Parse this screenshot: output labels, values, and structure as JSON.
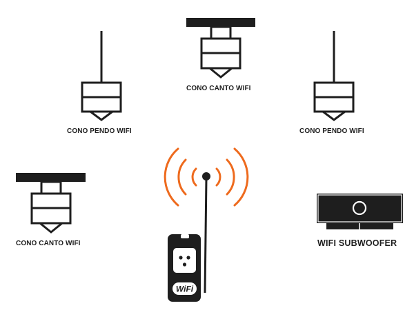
{
  "devices": {
    "ceiling_top": {
      "label": "CONO CANTO WIFI",
      "icon": "ceiling-speaker-icon"
    },
    "pendant_left": {
      "label": "CONO PENDO WIFI",
      "icon": "pendant-speaker-icon"
    },
    "pendant_right": {
      "label": "CONO PENDO WIFI",
      "icon": "pendant-speaker-icon"
    },
    "ceiling_left": {
      "label": "CONO CANTO WIFI",
      "icon": "ceiling-speaker-icon"
    },
    "subwoofer": {
      "label": "WIFI SUBWOOFER",
      "icon": "subwoofer-icon"
    },
    "hub": {
      "badge": "WiFi",
      "icon": "wifi-transmitter-icon"
    }
  },
  "colors": {
    "device": "#1e1e1e",
    "signal_waves": "#ee6a1d"
  }
}
